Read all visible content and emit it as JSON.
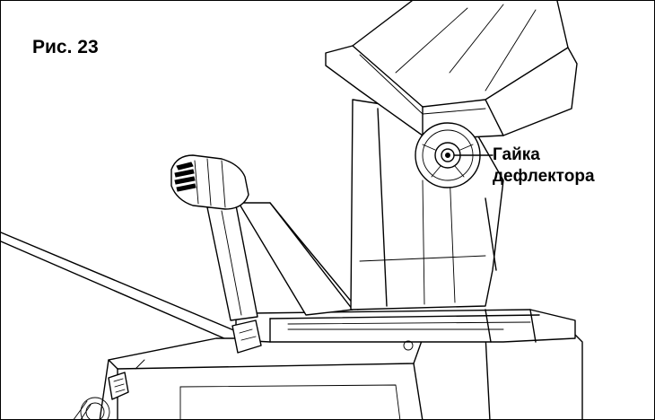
{
  "figure": {
    "title": "Рис. 23"
  },
  "callout": {
    "line1": "Гайка",
    "line2": "дефлектора"
  }
}
